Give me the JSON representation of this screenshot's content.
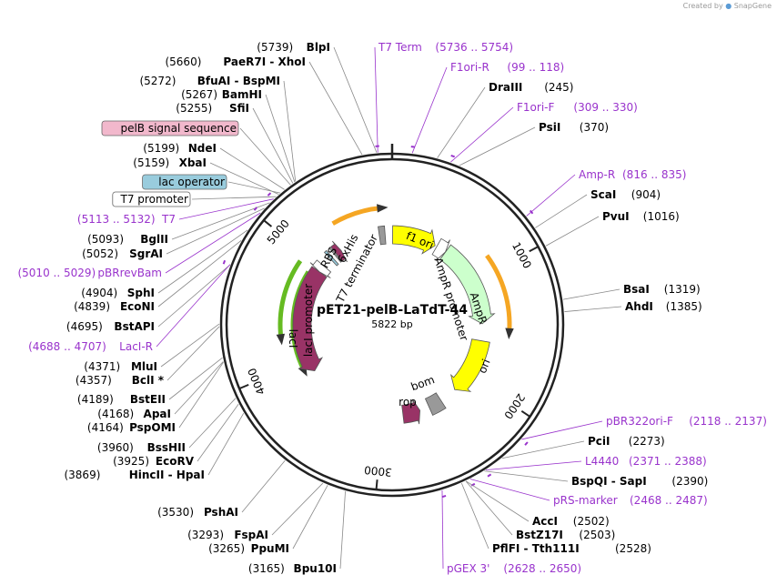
{
  "watermark": {
    "created_by": "Created by",
    "brand": "SnapGene"
  },
  "plasmid": {
    "name": "pET21-pelB-LaTdT-44",
    "length": "5822 bp",
    "length_bp": 5822
  },
  "ticks": [
    {
      "bp": 1000,
      "label": "1000"
    },
    {
      "bp": 2000,
      "label": "2000"
    },
    {
      "bp": 3000,
      "label": "3000"
    },
    {
      "bp": 4000,
      "label": "4000"
    },
    {
      "bp": 5000,
      "label": "5000"
    }
  ],
  "colors": {
    "primer": "#9933cc",
    "orf_orange": "#f5a623",
    "green_orf": "#66bb22",
    "laci": "#993366",
    "amp": "#ccffcc",
    "ori": "#ffff00",
    "grey": "#999999",
    "pelb_box": "#f2b8cc",
    "lac_op_box": "#99ccdd"
  },
  "left_labels": [
    {
      "name": "BlpI",
      "pos": "(5739)",
      "bp": 5739
    },
    {
      "name": "PaeR7I - XhoI",
      "pos": "(5660)",
      "bp": 5660
    },
    {
      "name": "BfuAI - BspMI",
      "pos": "(5272)",
      "bp": 5272
    },
    {
      "name": "BamHI",
      "pos": "(5267)",
      "bp": 5267
    },
    {
      "name": "SfiI",
      "pos": "(5255)",
      "bp": 5255
    },
    {
      "name": "pelB signal sequence",
      "pos": "",
      "bp": 5240,
      "kind": "box-pelb"
    },
    {
      "name": "NdeI",
      "pos": "(5199)",
      "bp": 5199
    },
    {
      "name": "XbaI",
      "pos": "(5159)",
      "bp": 5159
    },
    {
      "name": "lac operator",
      "pos": "",
      "bp": 5170,
      "kind": "box-lac"
    },
    {
      "name": "T7 promoter",
      "pos": "",
      "bp": 5140,
      "kind": "box-plain"
    },
    {
      "name": "T7",
      "pos": "(5113 .. 5132)",
      "bp": 5122,
      "kind": "primer"
    },
    {
      "name": "BglII",
      "pos": "(5093)",
      "bp": 5093
    },
    {
      "name": "SgrAI",
      "pos": "(5052)",
      "bp": 5052
    },
    {
      "name": "pBRrevBam",
      "pos": "(5010 .. 5029)",
      "bp": 5019,
      "kind": "primer"
    },
    {
      "name": "SphI",
      "pos": "(4904)",
      "bp": 4904
    },
    {
      "name": "EcoNI",
      "pos": "(4839)",
      "bp": 4839
    },
    {
      "name": "BstAPI",
      "pos": "(4695)",
      "bp": 4695
    },
    {
      "name": "LacI-R",
      "pos": "(4688 .. 4707)",
      "bp": 4697,
      "kind": "primer"
    },
    {
      "name": "MluI",
      "pos": "(4371)",
      "bp": 4371
    },
    {
      "name": "BclI *",
      "pos": "(4357)",
      "bp": 4357
    },
    {
      "name": "BstEII",
      "pos": "(4189)",
      "bp": 4189
    },
    {
      "name": "ApaI",
      "pos": "(4168)",
      "bp": 4168
    },
    {
      "name": "PspOMI",
      "pos": "(4164)",
      "bp": 4164
    },
    {
      "name": "BssHII",
      "pos": "(3960)",
      "bp": 3960
    },
    {
      "name": "EcoRV",
      "pos": "(3925)",
      "bp": 3925
    },
    {
      "name": "HincII - HpaI",
      "pos": "(3869)",
      "bp": 3869
    },
    {
      "name": "PshAI",
      "pos": "(3530)",
      "bp": 3530
    },
    {
      "name": "FspAI",
      "pos": "(3293)",
      "bp": 3293
    },
    {
      "name": "PpuMI",
      "pos": "(3265)",
      "bp": 3265
    },
    {
      "name": "Bpu10I",
      "pos": "(3165)",
      "bp": 3165
    }
  ],
  "right_labels": [
    {
      "name": "T7 Term",
      "pos": "(5736 .. 5754)",
      "bp": 5745,
      "kind": "primer"
    },
    {
      "name": "F1ori-R",
      "pos": "(99 .. 118)",
      "bp": 108,
      "kind": "primer"
    },
    {
      "name": "DraIII",
      "pos": "(245)",
      "bp": 245
    },
    {
      "name": "F1ori-F",
      "pos": "(309 .. 330)",
      "bp": 320,
      "kind": "primer"
    },
    {
      "name": "PsiI",
      "pos": "(370)",
      "bp": 370
    },
    {
      "name": "Amp-R",
      "pos": "(816 .. 835)",
      "bp": 825,
      "kind": "primer"
    },
    {
      "name": "ScaI",
      "pos": "(904)",
      "bp": 904
    },
    {
      "name": "PvuI",
      "pos": "(1016)",
      "bp": 1016
    },
    {
      "name": "BsaI",
      "pos": "(1319)",
      "bp": 1319
    },
    {
      "name": "AhdI",
      "pos": "(1385)",
      "bp": 1385
    },
    {
      "name": "pBR322ori-F",
      "pos": "(2118 .. 2137)",
      "bp": 2127,
      "kind": "primer"
    },
    {
      "name": "PciI",
      "pos": "(2273)",
      "bp": 2273
    },
    {
      "name": "L4440",
      "pos": "(2371 .. 2388)",
      "bp": 2380,
      "kind": "primer"
    },
    {
      "name": "BspQI - SapI",
      "pos": "(2390)",
      "bp": 2390
    },
    {
      "name": "pRS-marker",
      "pos": "(2468 .. 2487)",
      "bp": 2477,
      "kind": "primer"
    },
    {
      "name": "AccI",
      "pos": "(2502)",
      "bp": 2502
    },
    {
      "name": "BstZ17I",
      "pos": "(2503)",
      "bp": 2503
    },
    {
      "name": "PflFI - Tth111I",
      "pos": "(2528)",
      "bp": 2528
    },
    {
      "name": "pGEX 3'",
      "pos": "(2628 .. 2650)",
      "bp": 2639,
      "kind": "primer"
    }
  ],
  "inner_labels": [
    "RBS",
    "6xHis",
    "T7 terminator",
    "f1 ori",
    "AmpR promoter",
    "AmpR",
    "ori",
    "bom",
    "rop",
    "lacI",
    "lacI promoter"
  ],
  "features": [
    {
      "name": "T7 terminator",
      "start": 5690,
      "end": 5750,
      "dir": 1,
      "color": "#999999",
      "shape": "small"
    },
    {
      "name": "f1 ori",
      "start": 5,
      "end": 460,
      "dir": 1,
      "color": "#ffff00",
      "shape": "arrow"
    },
    {
      "name": "AmpR promoter",
      "start": 480,
      "end": 585,
      "dir": 1,
      "color": "#ffffff",
      "shape": "arrow"
    },
    {
      "name": "AmpR",
      "start": 586,
      "end": 1445,
      "dir": 1,
      "color": "#ccffcc",
      "shape": "arrow"
    },
    {
      "name": "ori",
      "start": 1620,
      "end": 2200,
      "dir": 1,
      "color": "#ffff00",
      "shape": "arrow"
    },
    {
      "name": "bom",
      "start": 2380,
      "end": 2520,
      "dir": 0,
      "color": "#999999",
      "shape": "box"
    },
    {
      "name": "rop",
      "start": 2620,
      "end": 2800,
      "dir": -1,
      "color": "#993366",
      "shape": "arrow"
    },
    {
      "name": "lacI",
      "start": 3870,
      "end": 4950,
      "dir": -1,
      "color": "#993366",
      "shape": "arrow"
    },
    {
      "name": "lacI promoter",
      "start": 4950,
      "end": 5025,
      "dir": -1,
      "color": "#ffffff",
      "shape": "arrow"
    },
    {
      "name": "lac operator",
      "start": 5125,
      "end": 5150,
      "dir": 0,
      "color": "#99ccdd",
      "shape": "box"
    },
    {
      "name": "RBS",
      "start": 5185,
      "end": 5195,
      "dir": 0,
      "color": "#ffffff",
      "shape": "box"
    },
    {
      "name": "pelB",
      "start": 5205,
      "end": 5265,
      "dir": 1,
      "color": "#993366",
      "shape": "arrow"
    }
  ],
  "outer_orfs": [
    {
      "start": 5330,
      "end": 5740,
      "dir": 1,
      "color": "#f5a623"
    },
    {
      "start": 870,
      "end": 1520,
      "dir": 1,
      "color": "#f5a623"
    },
    {
      "start": 4250,
      "end": 4930,
      "dir": -1,
      "color": "#66bb22"
    },
    {
      "start": 3920,
      "end": 4890,
      "dir": -1,
      "color": "#66bb22"
    }
  ]
}
